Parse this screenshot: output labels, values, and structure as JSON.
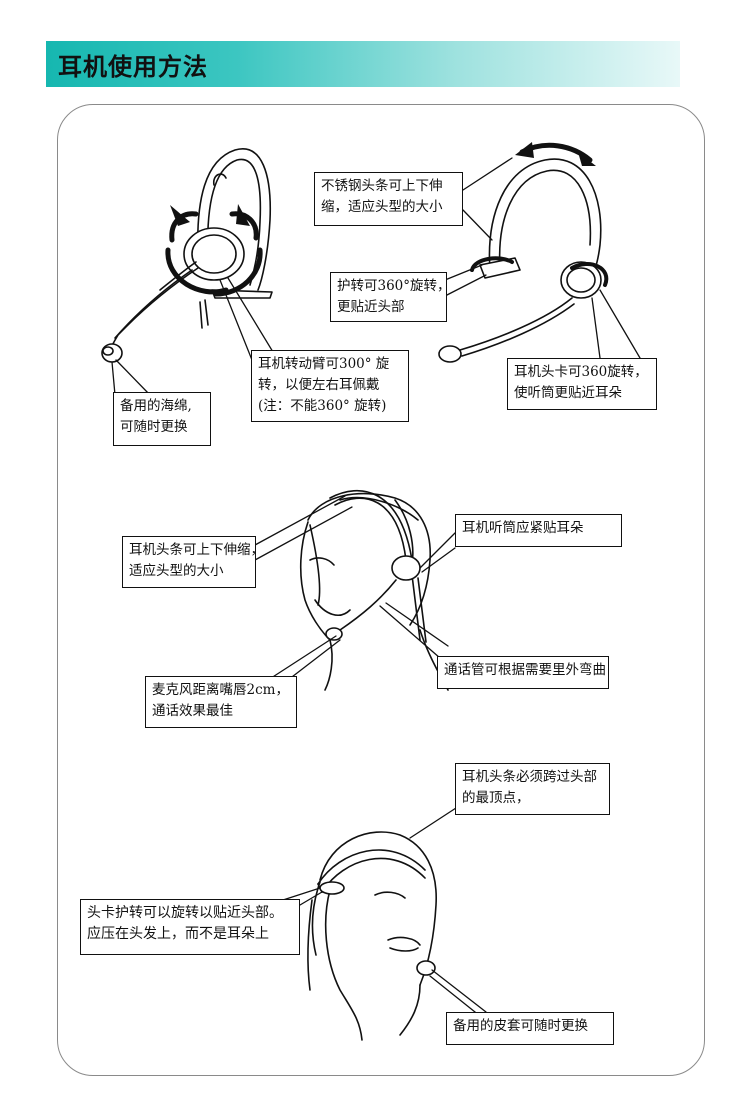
{
  "header": {
    "title": "耳机使用方法"
  },
  "callouts": {
    "sponge": [
      "备用的海绵,",
      "可随时更换"
    ],
    "arm_rotate": [
      "耳机转动臂可300° 旋",
      "转，以便左右耳佩戴",
      "(注：不能360° 旋转)"
    ],
    "headband_steel": [
      "不锈钢头条可上下伸",
      "缩，适应头型的大小"
    ],
    "guard_rotate": [
      "护转可360°旋转，",
      "更贴近头部"
    ],
    "clip_rotate": [
      "耳机头卡可360旋转，",
      "使听筒更贴近耳朵"
    ],
    "headband_adjust": [
      "耳机头条可上下伸缩，",
      "适应头型的大小"
    ],
    "receiver_ear": [
      "耳机听筒应紧贴耳朵"
    ],
    "tube_bend": [
      "通话管可根据需要里外弯曲"
    ],
    "mic_distance": [
      "麦克风距离嘴唇2cm，",
      "通话效果最佳"
    ],
    "headband_top": [
      "耳机头条必须跨过头部",
      "的最顶点，"
    ],
    "clip_guard": [
      "头卡护转可以旋转以贴近头部。",
      "应压在头发上，而不是耳朵上"
    ],
    "leather_cover": [
      "备用的皮套可随时更换"
    ]
  }
}
